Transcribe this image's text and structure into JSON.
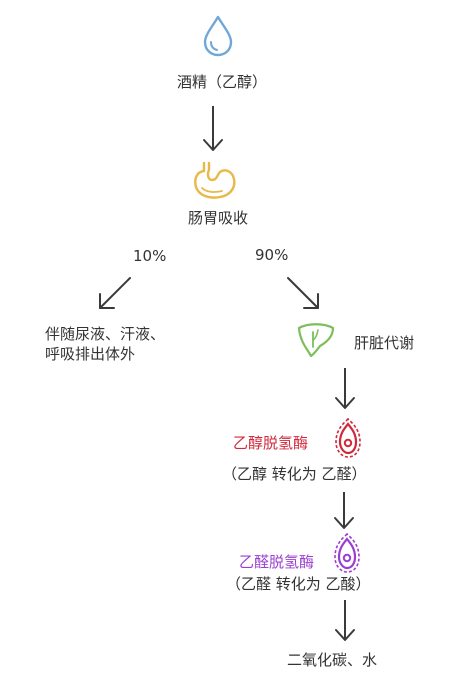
{
  "steps": {
    "alcohol": "酒精（乙醇）",
    "absorption": "肠胃吸收",
    "left_percent": "10%",
    "right_percent": "90%",
    "excretion_line1": "伴随尿液、汗液、",
    "excretion_line2": "呼吸排出体外",
    "liver": "肝脏代谢",
    "enzyme1": "乙醇脱氢酶",
    "enzyme1_desc": "（乙醇 转化为 乙醛）",
    "enzyme2": "乙醛脱氢酶",
    "enzyme2_desc": "（乙醛 转化为 乙酸）",
    "final": "二氧化碳、水"
  },
  "colors": {
    "text": "#333333",
    "arrow": "#3a3a3a",
    "drop": "#6fa8d8",
    "stomach": "#e8b84a",
    "liver": "#7bbf5a",
    "enzyme1": "#d0293b",
    "enzyme2": "#9b3fd0"
  },
  "icons": [
    "water-drop-icon",
    "stomach-icon",
    "liver-icon",
    "enzyme-red-icon",
    "enzyme-purple-icon"
  ]
}
